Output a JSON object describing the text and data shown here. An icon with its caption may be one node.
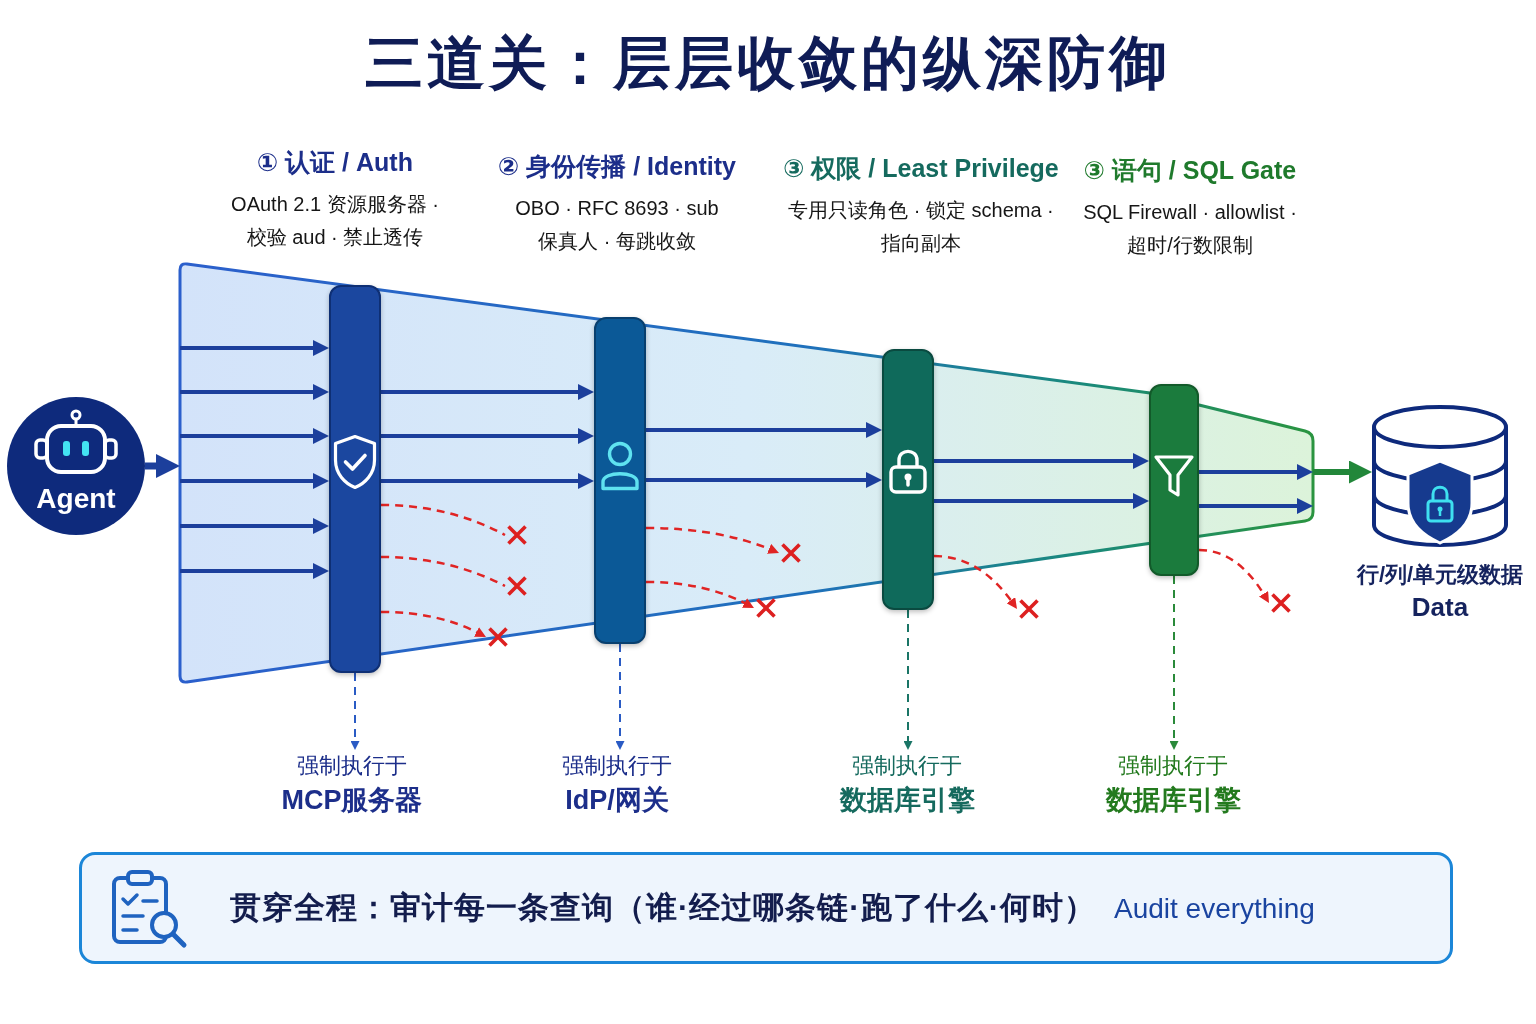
{
  "diagram": {
    "title": "三道关：层层收敛的纵深防御",
    "nodes": [
      {
        "text": [
          "Agent"
        ]
      },
      {
        "text": [],
        "shape": "funnel"
      },
      {
        "text": [],
        "shape": "bar",
        "in": 1,
        "beside": [
          "① 认证 / Auth",
          "OAuth 2.1 资源服务器 · 校验 aud · 禁止透传"
        ]
      },
      {
        "text": [],
        "shape": "cross",
        "in": 1
      },
      {
        "text": [],
        "shape": "cross",
        "in": 1
      },
      {
        "text": [],
        "shape": "cross",
        "in": 1
      },
      {
        "text": [],
        "shape": "bar",
        "in": 1,
        "beside": [
          "② 身份传播 / Identity",
          "OBO · RFC 8693 · sub 保真人 · 每跳收敛"
        ]
      },
      {
        "text": [],
        "shape": "cross",
        "in": 1
      },
      {
        "text": [],
        "shape": "cross"
      },
      {
        "text": [],
        "shape": "bar",
        "in": 1,
        "beside": [
          "③ 权限 / Least Privilege",
          "专用只读角色 · 锁定 schema · 指向副本"
        ]
      },
      {
        "text": [],
        "shape": "cross"
      },
      {
        "text": [],
        "shape": "bar",
        "in": 1,
        "beside": [
          "③ 语句 / SQL Gate",
          "SQL Firewall · allowlist · 超时/行数限制"
        ]
      },
      {
        "text": [],
        "shape": "cross"
      },
      {
        "text": [
          "行/列/单元级数据",
          "Data"
        ]
      },
      {
        "text": [
          "强制执行于",
          "MCP服务器"
        ]
      },
      {
        "text": [
          "强制执行于",
          "IdP/网关"
        ]
      },
      {
        "text": [
          "强制执行于",
          "数据库引擎"
        ]
      },
      {
        "text": [
          "强制执行于",
          "数据库引擎"
        ]
      },
      {
        "text": [
          "贯穿全程：审计每一条查询（谁·经过哪条链·跑了什么·何时）",
          "Audit everything"
        ]
      }
    ],
    "edges": [
      {
        "from": 0,
        "to": 1,
        "arrow": "to"
      },
      {
        "from": 1,
        "to": 2,
        "arrow": "to"
      },
      {
        "from": 1,
        "to": 2,
        "arrow": "to"
      },
      {
        "from": 1,
        "to": 2,
        "arrow": "to"
      },
      {
        "from": 1,
        "to": 2,
        "arrow": "to"
      },
      {
        "from": 1,
        "to": 2,
        "arrow": "to"
      },
      {
        "from": 1,
        "to": 2,
        "arrow": "to"
      },
      {
        "from": 2,
        "to": 6,
        "arrow": "to"
      },
      {
        "from": 2,
        "to": 6,
        "arrow": "to"
      },
      {
        "from": 2,
        "to": 6,
        "arrow": "to"
      },
      {
        "from": 2,
        "to": 3,
        "arrow": "none",
        "style": "dashed",
        "color": "#e02424"
      },
      {
        "from": 2,
        "to": 4,
        "arrow": "none",
        "style": "dashed",
        "color": "#e02424"
      },
      {
        "from": 2,
        "to": 5,
        "arrow": "to",
        "style": "dashed",
        "color": "#e02424"
      },
      {
        "from": 6,
        "to": 9,
        "arrow": "to"
      },
      {
        "from": 6,
        "to": 9,
        "arrow": "to"
      },
      {
        "from": 6,
        "to": 7,
        "arrow": "to",
        "style": "dashed",
        "color": "#e02424"
      },
      {
        "from": 6,
        "to": 8,
        "arrow": "to",
        "style": "dashed",
        "color": "#e02424"
      },
      {
        "from": 9,
        "to": 11,
        "arrow": "to"
      },
      {
        "from": 9,
        "to": 11,
        "arrow": "to"
      },
      {
        "from": 9,
        "to": 10,
        "arrow": "to",
        "style": "dashed",
        "color": "#e02424"
      },
      {
        "from": 11,
        "to": 1,
        "arrow": "to"
      },
      {
        "from": 11,
        "to": 1,
        "arrow": "to"
      },
      {
        "from": 11,
        "to": 12,
        "arrow": "to",
        "style": "dashed",
        "color": "#e02424"
      },
      {
        "from": 1,
        "to": 13,
        "arrow": "to",
        "color": "#22873a"
      },
      {
        "from": 2,
        "to": 14,
        "arrow": "to",
        "style": "dashed",
        "color": "#2a5bc4"
      },
      {
        "from": 6,
        "to": 15,
        "arrow": "to",
        "style": "dashed",
        "color": "#2a5bc4"
      },
      {
        "from": 9,
        "to": 16,
        "arrow": "to",
        "style": "dashed",
        "color": "#1a7566"
      },
      {
        "from": 11,
        "to": 17,
        "arrow": "to",
        "style": "dashed",
        "color": "#2a8a3a"
      }
    ]
  }
}
